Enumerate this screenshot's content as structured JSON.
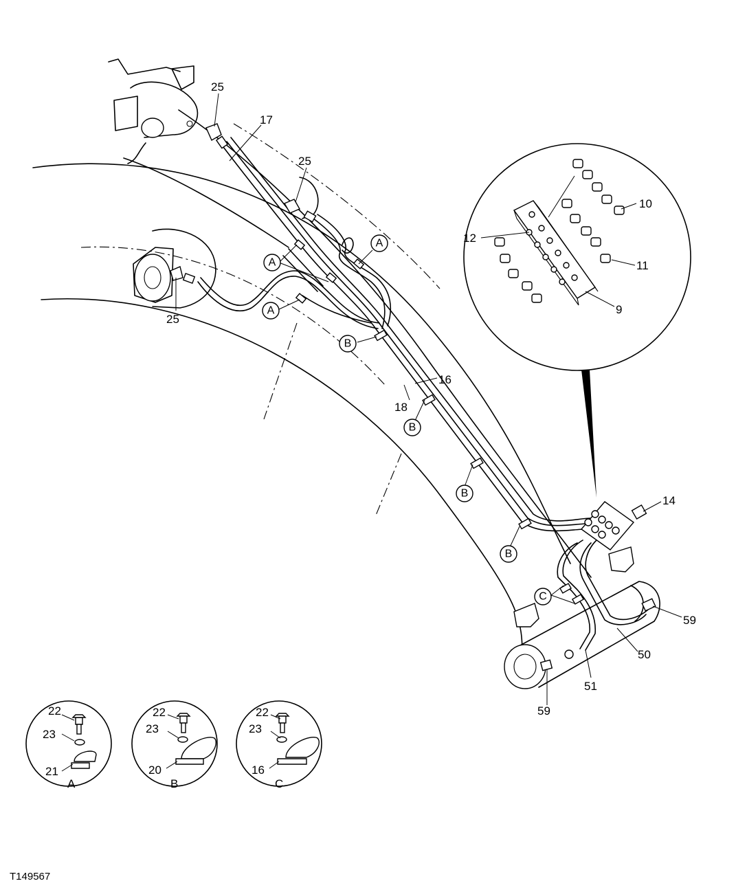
{
  "figure_id": "T149567",
  "callouts": {
    "c25_top": "25",
    "c17": "17",
    "c25_mid": "25",
    "c25_left": "25",
    "c10": "10",
    "c12": "12",
    "c11": "11",
    "c9": "9",
    "c16": "16",
    "c18": "18",
    "c14": "14",
    "c59_right": "59",
    "c50": "50",
    "c51": "51",
    "c59_bottom": "59"
  },
  "bubbles": {
    "a1": "A",
    "a2": "A",
    "a3": "A",
    "b1": "B",
    "b2": "B",
    "b3": "B",
    "b4": "B",
    "c1": "C"
  },
  "details": [
    {
      "letter": "A",
      "bolt": "22",
      "washer": "23",
      "clamp": "21"
    },
    {
      "letter": "B",
      "bolt": "22",
      "washer": "23",
      "clamp": "20"
    },
    {
      "letter": "C",
      "bolt": "22",
      "washer": "23",
      "clamp": "16"
    }
  ]
}
